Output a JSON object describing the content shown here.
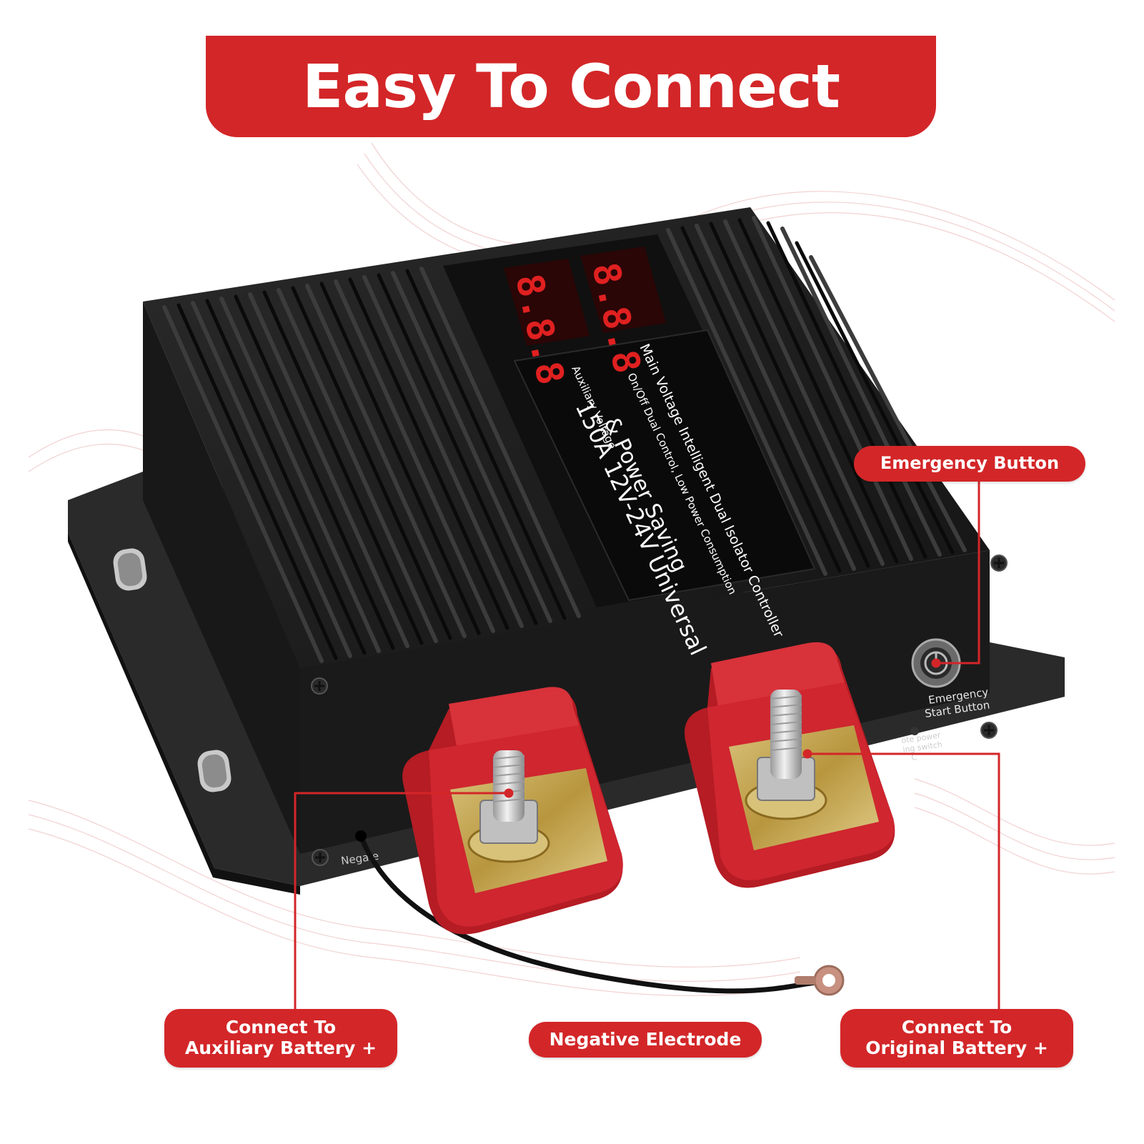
{
  "title": "Easy To Connect",
  "device": {
    "display_left": "8.8.8",
    "display_right": "8.8.8",
    "panel_line1": "Main Voltage Intelligent Dual Isolator Controller",
    "panel_line2": "On/Off Dual Control, Low Power Consumption",
    "panel_line3": "Auxiliary Voltage",
    "panel_line4": "& Power Saving",
    "panel_line5": "150A 12V-24V Universal",
    "emergency_label_1": "Emergency",
    "emergency_label_2": "Start Button",
    "remote_label_1": "ote power",
    "remote_label_2": "ing switch",
    "remote_label_3": "C",
    "negative_label": "Nega  e"
  },
  "callouts": {
    "emergency_button": "Emergency Button",
    "aux_line1": "Connect To",
    "aux_line2": "Auxiliary Battery +",
    "negative_electrode": "Negative Electrode",
    "orig_line1": "Connect To",
    "orig_line2": "Original Battery +"
  },
  "colors": {
    "accent": "#d32628",
    "device_body": "#1c1c1c",
    "terminal_red": "#c8202a",
    "display_red": "#e02020"
  }
}
